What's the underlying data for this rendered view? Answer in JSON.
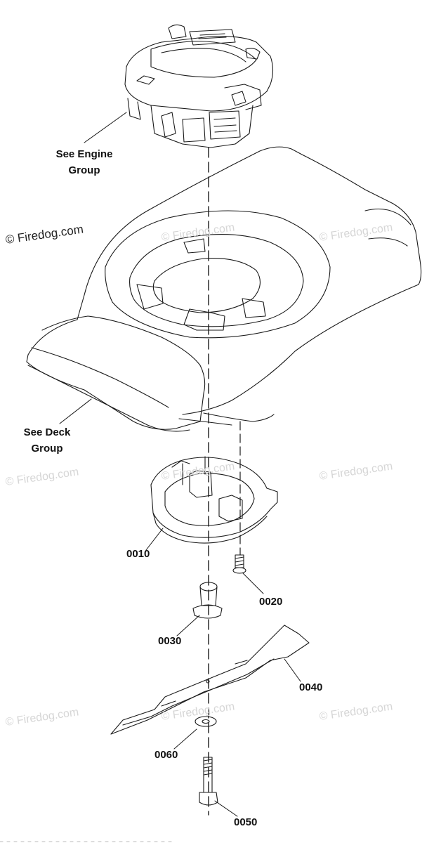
{
  "callouts": {
    "engine": [
      "See Engine",
      "Group"
    ],
    "deck": [
      "See Deck",
      "Group"
    ]
  },
  "parts": [
    "0010",
    "0020",
    "0030",
    "0040",
    "0060",
    "0050"
  ],
  "watermark": "© Firedog.com"
}
